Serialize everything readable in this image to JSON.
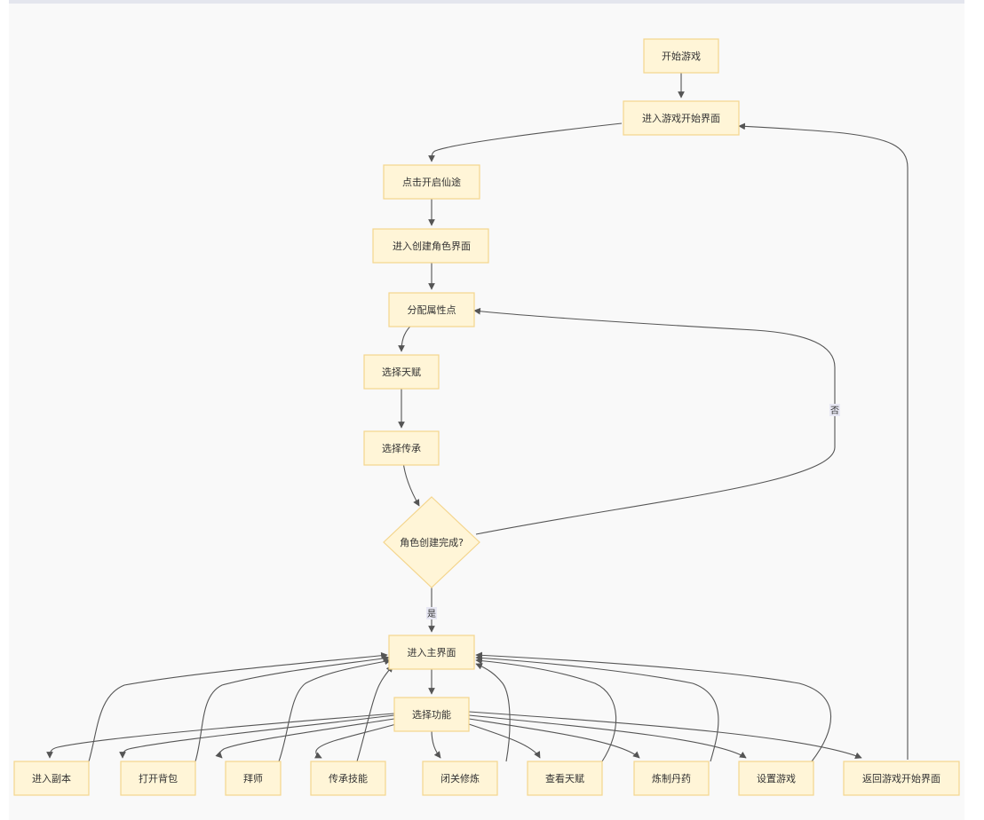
{
  "nodes": {
    "start": "开始游戏",
    "enter_start_screen": "进入游戏开始界面",
    "click_open": "点击开启仙途",
    "enter_create_role": "进入创建角色界面",
    "allocate_points": "分配属性点",
    "choose_talent": "选择天赋",
    "choose_inherit": "选择传承",
    "role_done": "角色创建完成?",
    "enter_main": "进入主界面",
    "choose_function": "选择功能",
    "enter_dungeon": "进入副本",
    "open_bag": "打开背包",
    "apprentice": "拜师",
    "inherit_skill": "传承技能",
    "seclusion": "闭关修炼",
    "view_talent": "查看天赋",
    "alchemy": "炼制丹药",
    "settings": "设置游戏",
    "return_start": "返回游戏开始界面"
  },
  "edge_labels": {
    "no": "否",
    "yes": "是"
  },
  "colors": {
    "node_fill": "#fff5d7",
    "node_stroke": "#f4d58d",
    "edge": "#555555",
    "label_bg": "#e8e8f4"
  }
}
